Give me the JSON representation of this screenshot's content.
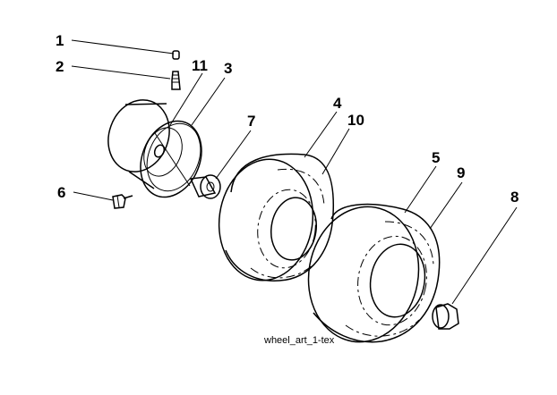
{
  "diagram": {
    "callouts": {
      "c1": "1",
      "c2": "2",
      "c3": "3",
      "c4": "4",
      "c5": "5",
      "c6": "6",
      "c7": "7",
      "c8": "8",
      "c9": "9",
      "c10": "10",
      "c11": "11"
    },
    "caption": "wheel_art_1-tex",
    "colors": {
      "ink": "#000000",
      "background": "#ffffff"
    }
  }
}
